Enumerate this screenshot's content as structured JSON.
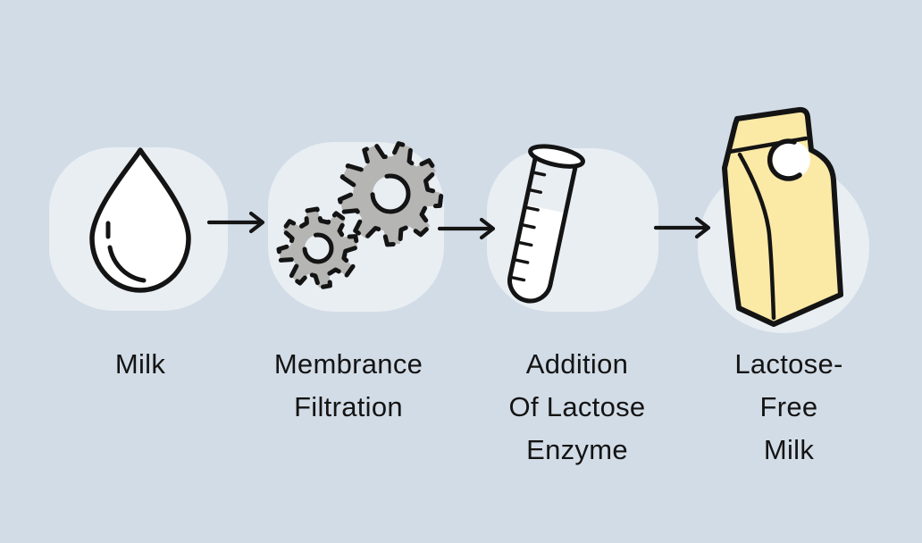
{
  "diagram": {
    "name": "lactose-free-milk-production-process",
    "steps": [
      {
        "label": "Milk",
        "icon": "milk-drop-icon"
      },
      {
        "label": "Membrance\nFiltration",
        "icon": "gears-icon"
      },
      {
        "label": "Addition\nOf Lactose\nEnzyme",
        "icon": "test-tube-icon"
      },
      {
        "label": "Lactose-Free\nMilk",
        "icon": "milk-carton-icon"
      }
    ],
    "connectors": [
      "arrow-right-icon",
      "arrow-right-icon",
      "arrow-right-icon"
    ],
    "colors": {
      "background": "#d2dce6",
      "bubble": "#e9eef3",
      "ink": "#141414",
      "gear_gray": "#b5b5b3",
      "carton_yellow": "#fbe9a6",
      "white": "#ffffff"
    }
  }
}
